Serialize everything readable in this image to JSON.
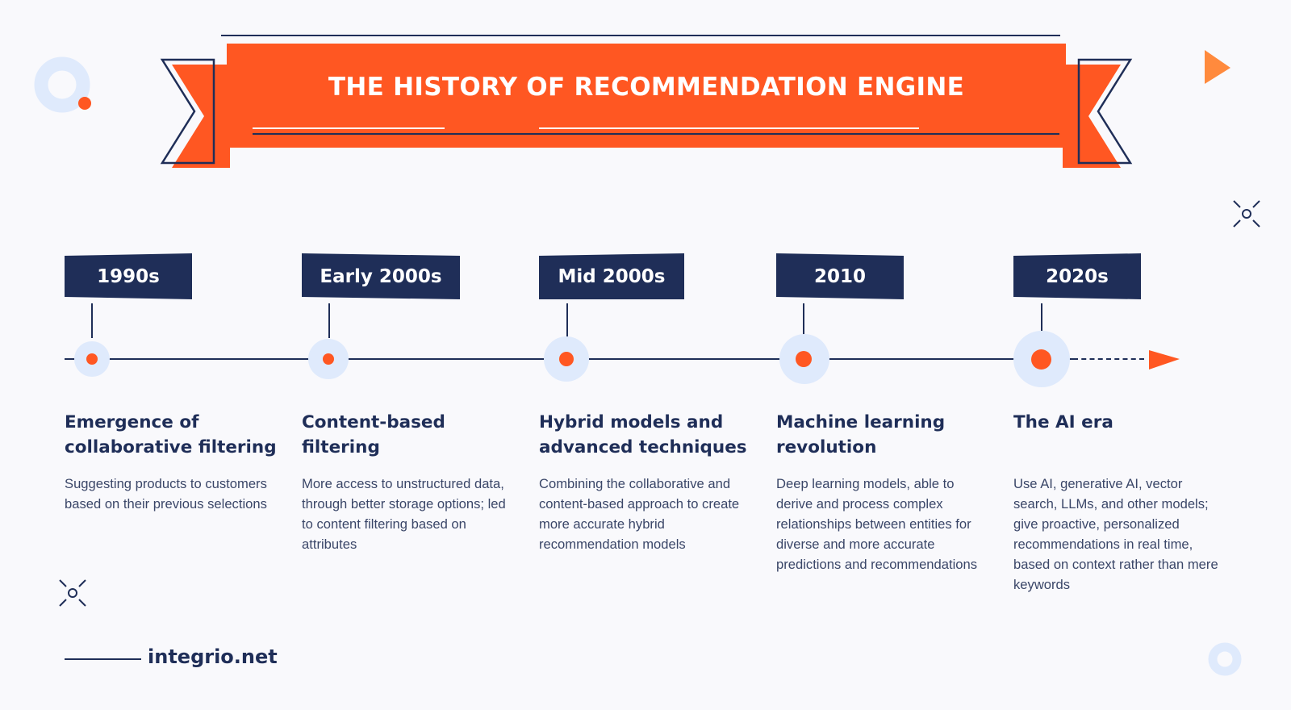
{
  "title": "THE HISTORY OF RECOMMENDATION ENGINE",
  "colors": {
    "accent": "#ff5722",
    "navy": "#1f2e58",
    "halo": "#dfeafc",
    "background": "#f9f9fc"
  },
  "milestones": [
    {
      "year": "1990s",
      "title": "Emergence of collaborative filtering",
      "description": "Suggesting products to customers based on their previous selections"
    },
    {
      "year": "Early 2000s",
      "title": "Content-based filtering",
      "description": "More access to unstructured data, through better storage options; led to content filtering based on attributes"
    },
    {
      "year": "Mid 2000s",
      "title": "Hybrid models and advanced techniques",
      "description": "Combining the collaborative and content-based approach to create more accurate hybrid recommendation models"
    },
    {
      "year": "2010",
      "title": "Machine learning revolution",
      "description": "Deep learning models, able to derive and process complex relationships between entities for diverse and more accurate predictions and recommendations"
    },
    {
      "year": "2020s",
      "title": "The AI era",
      "description": "Use AI, generative AI, vector search, LLMs, and other models; give proactive, personalized recommendations in real time, based on context rather than mere keywords"
    }
  ],
  "icons": [
    "ring-dot-icon",
    "play-triangle-icon",
    "sparkle-ring-icon",
    "arrow-head-icon",
    "small-ring-icon"
  ],
  "footer": {
    "brand": "integrio.net"
  }
}
